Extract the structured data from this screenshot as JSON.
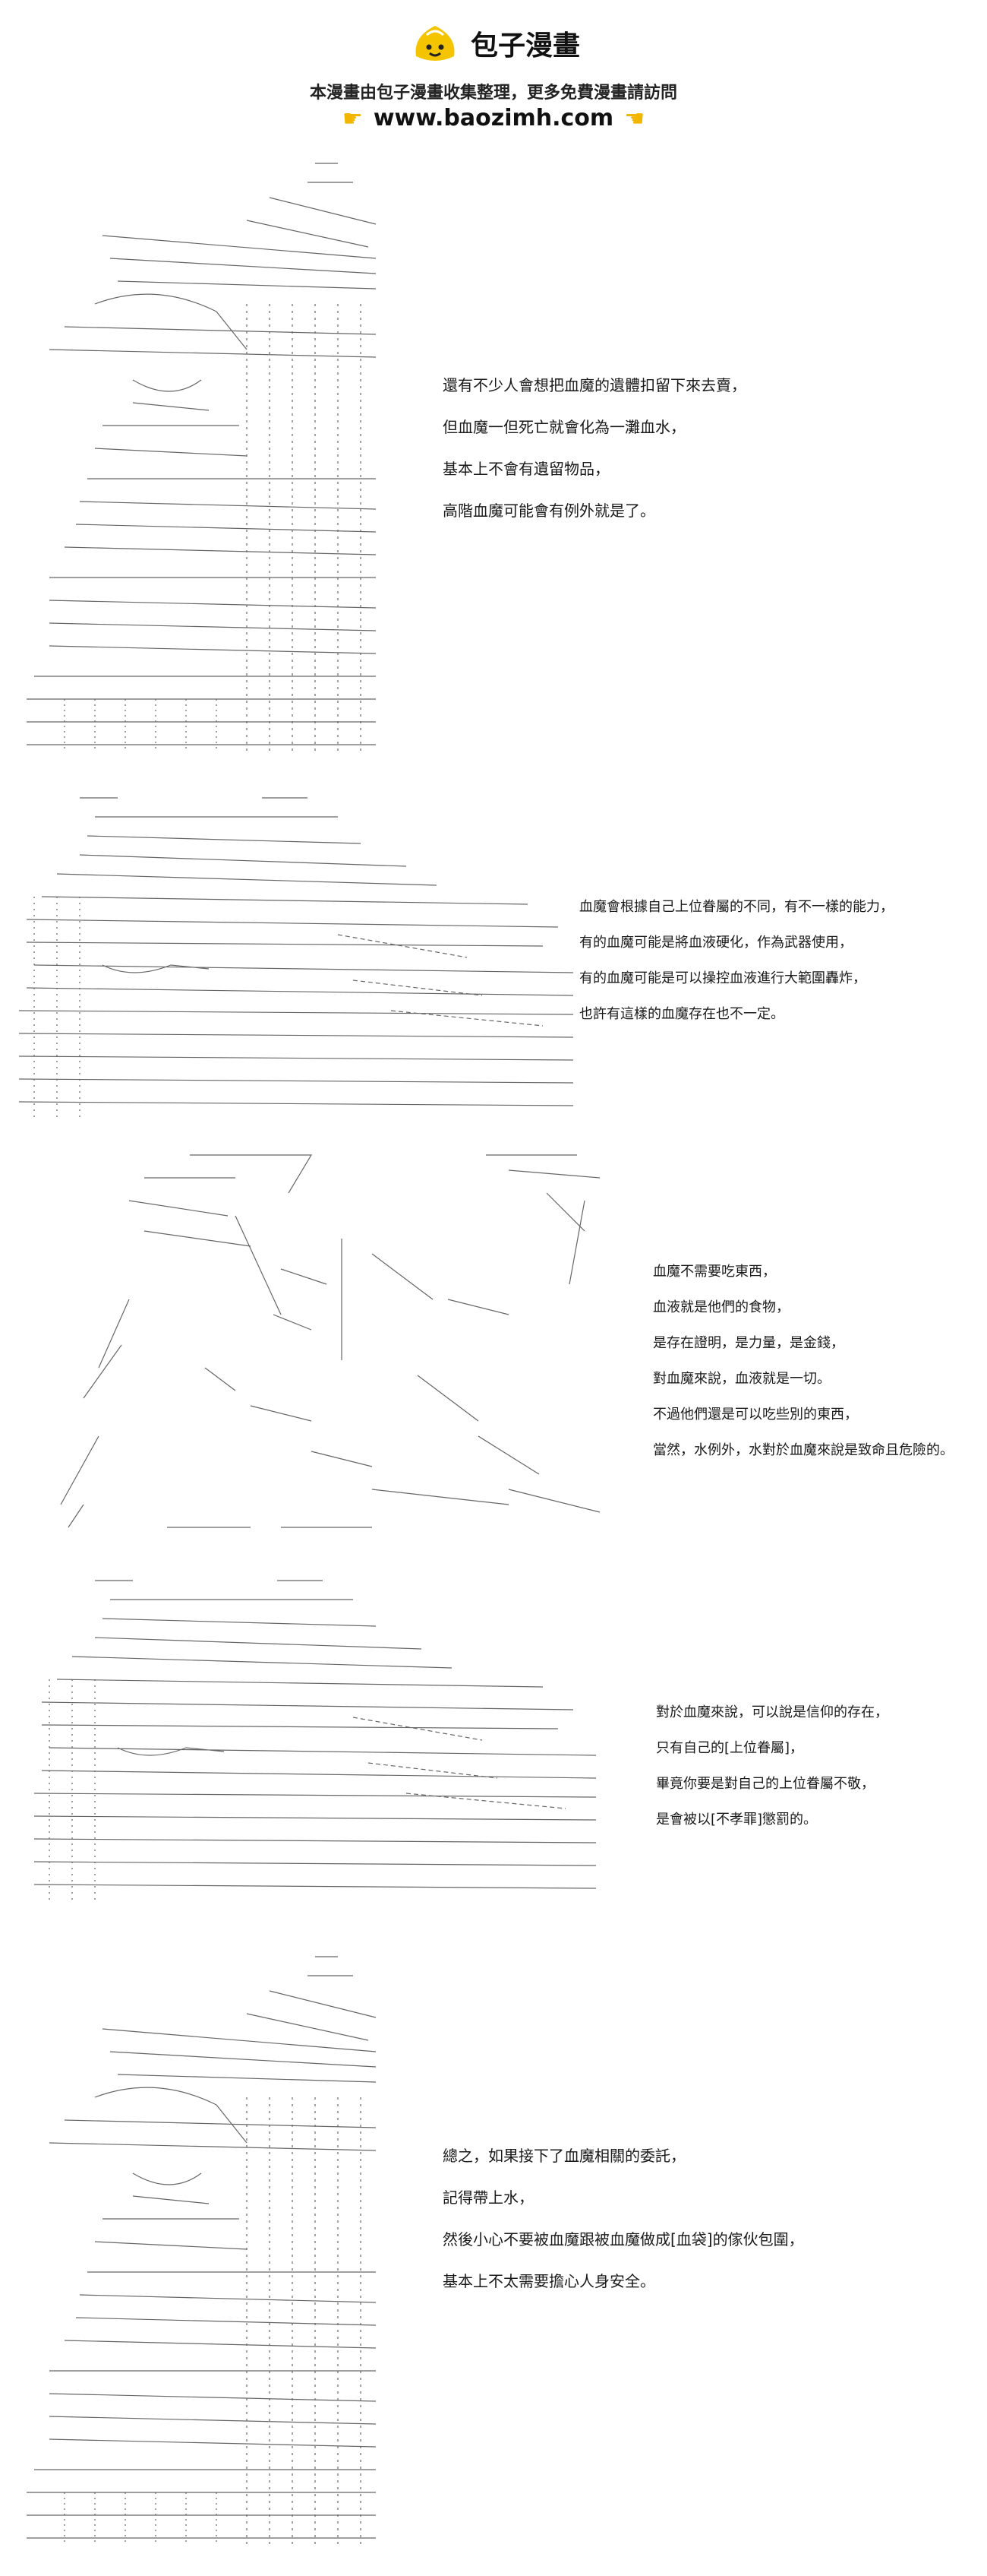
{
  "header": {
    "brand": "包子漫畫",
    "notice": "本漫畫由包子漫畫收集整理，更多免費漫畫請訪問",
    "url": "www.baozimh.com",
    "colors": {
      "logo": "#f5c400",
      "hand": "#f2b600"
    }
  },
  "panels": [
    {
      "id": "panel-1",
      "art": "ascii-art-caster",
      "caption": [
        "還有不少人會想把血魔的遺體扣留下來去賣，",
        "但血魔一但死亡就會化為一灘血水，",
        "基本上不會有遺留物品，",
        "高階血魔可能會有例外就是了。"
      ]
    },
    {
      "id": "panel-2",
      "art": "ascii-art-kneeling",
      "caption": [
        "血魔會根據自己上位眷屬的不同，有不一樣的能力，",
        "有的血魔可能是將血液硬化，作為武器使用，",
        "有的血魔可能是可以操控血液進行大範圍轟炸，",
        "也許有這樣的血魔存在也不一定。"
      ]
    },
    {
      "id": "panel-3",
      "art": "ascii-art-closeup",
      "caption": [
        "血魔不需要吃東西，",
        "血液就是他們的食物，",
        "是存在證明，是力量，是金錢，",
        "對血魔來說，血液就是一切。",
        "不過他們還是可以吃些別的東西，",
        "當然，水例外，水對於血魔來說是致命且危險的。"
      ]
    },
    {
      "id": "panel-4",
      "art": "ascii-art-kneeling",
      "caption": [
        "對於血魔來說，可以說是信仰的存在，",
        "只有自己的[上位眷屬]，",
        "畢竟你要是對自己的上位眷屬不敬，",
        "是會被以[不孝罪]懲罰的。"
      ]
    },
    {
      "id": "panel-5",
      "art": "ascii-art-caster",
      "caption": [
        "總之，如果接下了血魔相關的委託，",
        "記得帶上水，",
        "然後小心不要被血魔跟被血魔做成[血袋]的傢伙包圍，",
        "基本上不太需要擔心人身安全。"
      ]
    }
  ]
}
